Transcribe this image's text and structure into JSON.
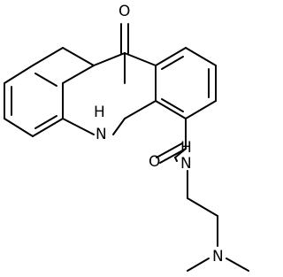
{
  "molecule": {
    "atoms": {
      "O_carbonyl_top": "O",
      "NH_ring": "H\nN",
      "O_amide": "O",
      "N_amide": "N",
      "H_amide": "H",
      "N_amine": "N"
    }
  },
  "colors": {
    "bond": "#000000",
    "label": "#000000",
    "background": "#ffffff"
  }
}
